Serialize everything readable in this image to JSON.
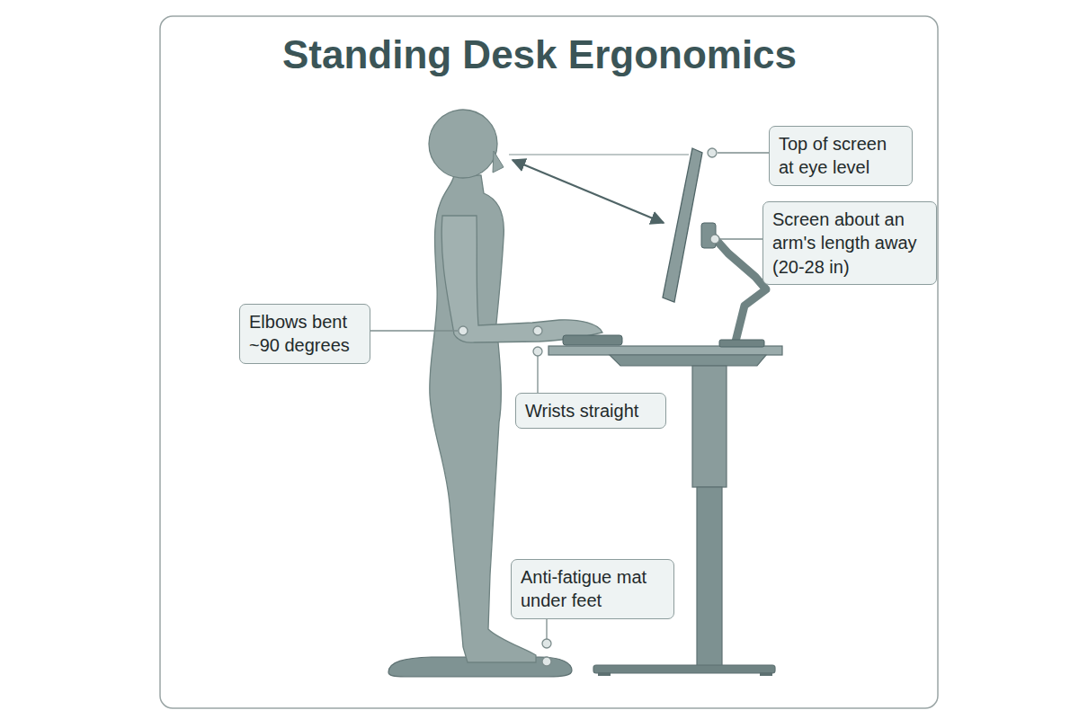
{
  "diagram": {
    "title": "Standing Desk Ergonomics",
    "nodes": [
      {
        "text": [
          "Top of screen at eye level"
        ]
      },
      {
        "text": [
          "Screen about an arm's length away (20-28 in)"
        ]
      },
      {
        "text": [
          "Elbows bent ~90 degrees"
        ]
      },
      {
        "text": [
          "Wrists straight"
        ]
      },
      {
        "text": [
          "Anti-fatigue mat under feet"
        ]
      }
    ]
  }
}
